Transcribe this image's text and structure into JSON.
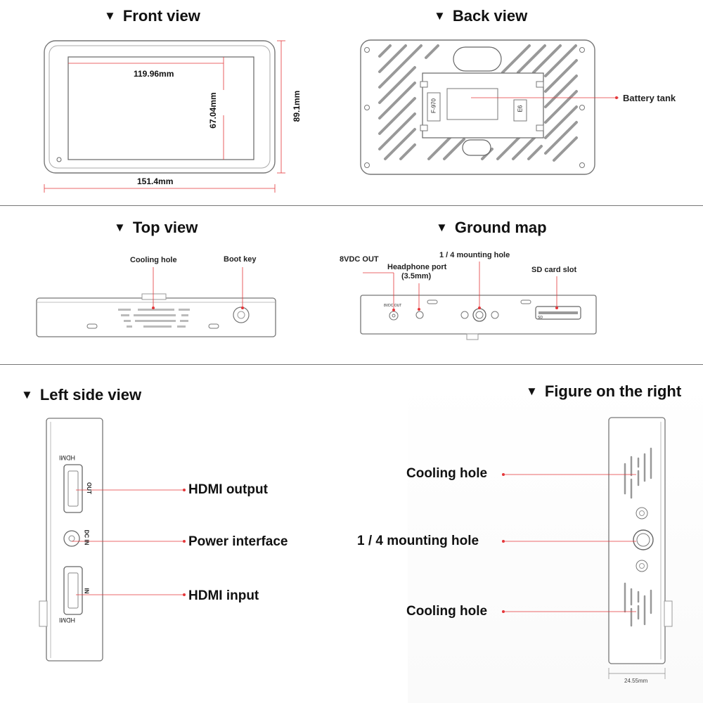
{
  "sections": {
    "front_view": "Front view",
    "back_view": "Back view",
    "top_view": "Top view",
    "ground_map": "Ground map",
    "left_side_view": "Left side view",
    "figure_on_right": "Figure on the right"
  },
  "front": {
    "width_screen": "119.96mm",
    "height_screen": "67.04mm",
    "height_total": "89.1mm",
    "width_total": "151.4mm"
  },
  "back": {
    "battery_tank": "Battery tank",
    "battery_model": "F-970",
    "battery_label": "E6"
  },
  "top": {
    "cooling_hole": "Cooling hole",
    "boot_key": "Boot key"
  },
  "ground": {
    "dc_out": "8VDC OUT",
    "headphone": "Headphone port",
    "headphone_size": "(3.5mm)",
    "mount_hole": "1 / 4 mounting hole",
    "sd_slot": "SD card slot",
    "dc_out_small": "8VDC OUT",
    "sd_small": "SD"
  },
  "left": {
    "hdmi_output": "HDMI output",
    "power_interface": "Power interface",
    "hdmi_input": "HDMI input",
    "hdmi_text": "HDMI",
    "out_text": "OUT",
    "in_text": "IN",
    "dcin_text": "DC IN"
  },
  "right": {
    "cooling_top": "Cooling hole",
    "mount_hole": "1 / 4 mounting hole",
    "cooling_bottom": "Cooling hole",
    "depth": "24.55mm"
  },
  "colors": {
    "accent": "#e4373a",
    "outline": "#666666"
  }
}
